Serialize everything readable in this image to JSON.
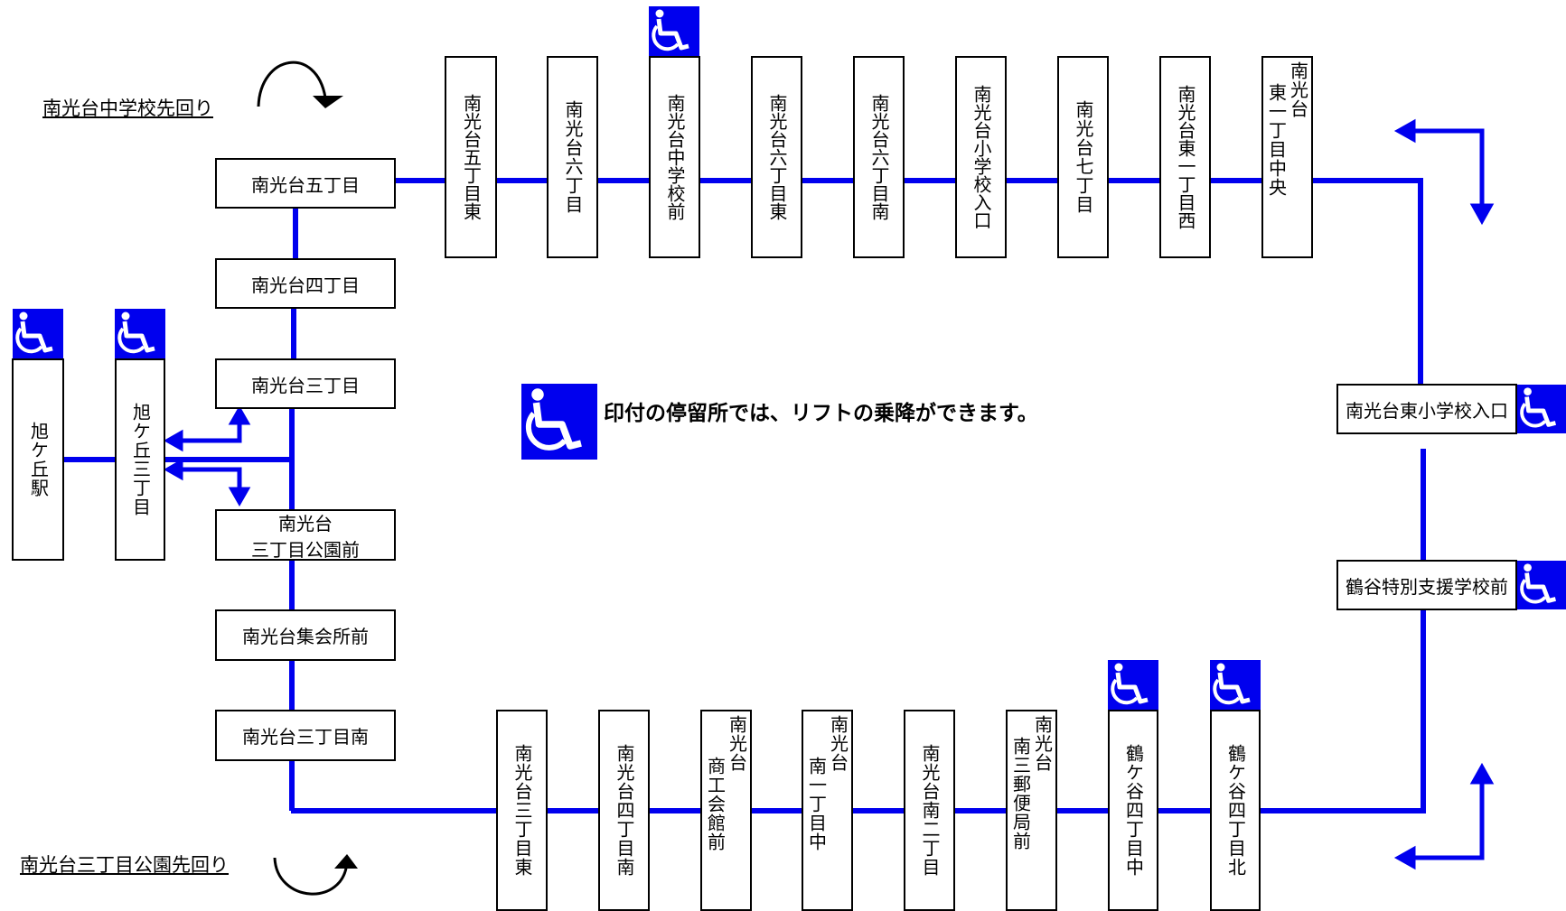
{
  "route_labels": {
    "clockwise": "南光台中学校先回り",
    "counterclockwise": "南光台三丁目公園先回り"
  },
  "legend": {
    "text": "印付の停留所では、リフトの乗降ができます。",
    "icon": "wheelchair-icon"
  },
  "stops": {
    "asahigaoka_station": "旭ケ丘駅",
    "asahigaoka_3": "旭ケ丘三丁目",
    "minamikoudai_5": "南光台五丁目",
    "minamikoudai_4": "南光台四丁目",
    "minamikoudai_3": "南光台三丁目",
    "minamikoudai_3_park_l1": "南光台",
    "minamikoudai_3_park_l2": "三丁目公園前",
    "minamikoudai_hall": "南光台集会所前",
    "minamikoudai_3_south": "南光台三丁目南",
    "top": [
      "南光台五丁目東",
      "南光台六丁目",
      "南光台中学校前",
      "南光台六丁目東",
      "南光台六丁目南",
      "南光台小学校入口",
      "南光台七丁目",
      "南光台東一丁目西"
    ],
    "top_last_col1": "南光台",
    "top_last_col2": "東一丁目中央",
    "east_school": "南光台東小学校入口",
    "tsurugaya_special": "鶴谷特別支援学校前",
    "bottom_1": "南光台三丁目東",
    "bottom_2": "南光台四丁目南",
    "bottom_3_col1": "南光台",
    "bottom_3_col2": "商工会館前",
    "bottom_4_col1": "南光台",
    "bottom_4_col2": "南一丁目中",
    "bottom_5": "南光台南二丁目",
    "bottom_6_col1": "南光台",
    "bottom_6_col2": "南三郵便局前",
    "bottom_7": "鶴ケ谷四丁目中",
    "bottom_8": "鶴ケ谷四丁目北"
  },
  "colors": {
    "route_line": "#0000ee",
    "wheelchair_bg": "#0000ee"
  }
}
